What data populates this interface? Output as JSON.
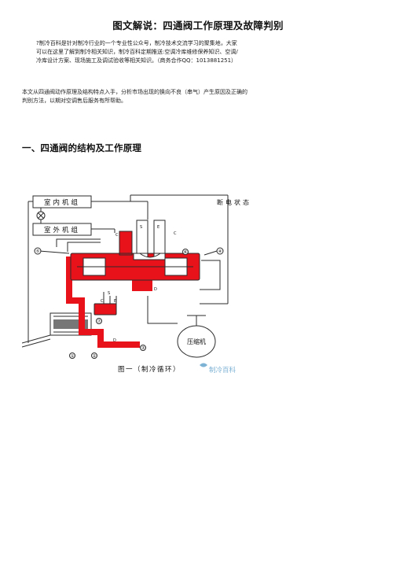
{
  "document": {
    "title": "图文解说：四通阀工作原理及故障判别",
    "intro_lines": [
      "?制冷百科是针对制冷行业的一个专业性公众号，制冷技术交流学习的聚集地，大家",
      "可以在这里了解到制冷相关知识，制冷百科定期推送:空调冷库维修保养知识、空调/",
      "冷库设计方案、现场施工及调试验收等相关知识。（商务合作QQ：1013881251）"
    ],
    "summary_lines": [
      "本文从四通阀动作原理及结构特点入手，分析市场出现的换向不良（串气）产生原因及正确的",
      "判别方法，以期对空调售后服务有所帮助。"
    ],
    "section_heading": "一、四通阀的结构及工作原理"
  },
  "figure": {
    "indoor_unit": "室内机组",
    "outdoor_unit": "室外机组",
    "state": "断电状态",
    "compressor": "压缩机",
    "caption": "图一（制冷循环）",
    "watermark": "制冷百科",
    "port_c_left": "C",
    "port_s": "S",
    "port_e": "E",
    "port_c_right": "C",
    "port_d": "D",
    "pilot_c": "C",
    "pilot_s": "S",
    "pilot_e": "E",
    "pilot_d": "D",
    "num_1": "①",
    "num_2": "②",
    "num_3": "③",
    "num_4": "④",
    "num_5": "⑤",
    "num_6": "⑥",
    "num_7": "⑦",
    "colors": {
      "high_pressure": "#e8121a",
      "line": "#2b2b2b",
      "watermark": "#7fb3d5"
    }
  }
}
